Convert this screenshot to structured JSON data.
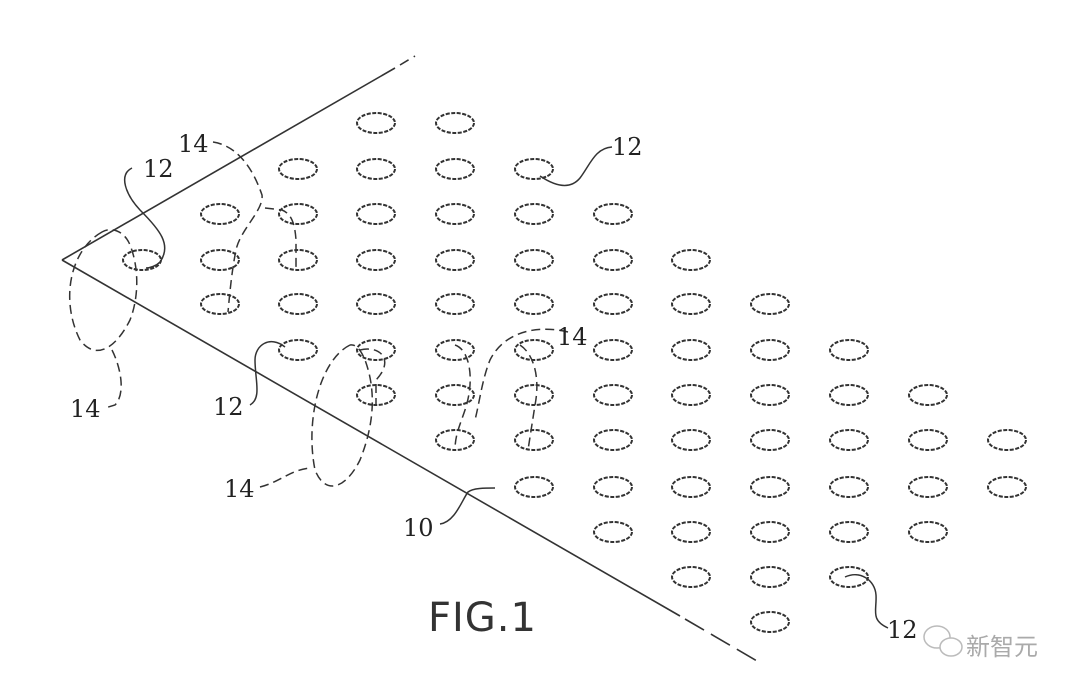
{
  "figure": {
    "title": "FIG.1",
    "labels": {
      "edge_10": "10",
      "hole_12_a": "12",
      "hole_12_b": "12",
      "hole_12_c": "12",
      "hole_12_d": "12",
      "group_14_a": "14",
      "group_14_b": "14",
      "group_14_c": "14",
      "group_14_d": "14"
    }
  },
  "watermark": {
    "text": "新智元",
    "icon": "wechat-icon"
  }
}
